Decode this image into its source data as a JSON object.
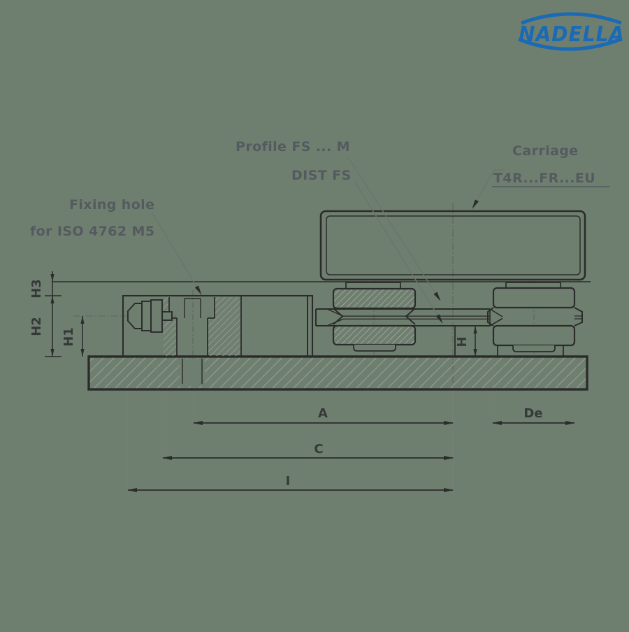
{
  "logo": {
    "text": "NADELLA",
    "color": "#1a6ab5"
  },
  "callouts": {
    "profile": "Profile FS ... M",
    "dist": "DIST FS",
    "carriage_title": "Carriage",
    "carriage_type": "T4R...FR...EU",
    "fixing_line1": "Fixing hole",
    "fixing_line2": "for ISO 4762 M5"
  },
  "dimensions": {
    "h3": "H3",
    "h2": "H2",
    "h1": "H1",
    "h": "H",
    "a": "A",
    "c": "C",
    "i": "I",
    "de": "De"
  },
  "colors": {
    "background": "#6f7f6f",
    "ink": "#2b2b2b",
    "hatch_gray": "#8f978f",
    "label_gray": "#545a60",
    "logo_blue": "#1a6ab5"
  }
}
